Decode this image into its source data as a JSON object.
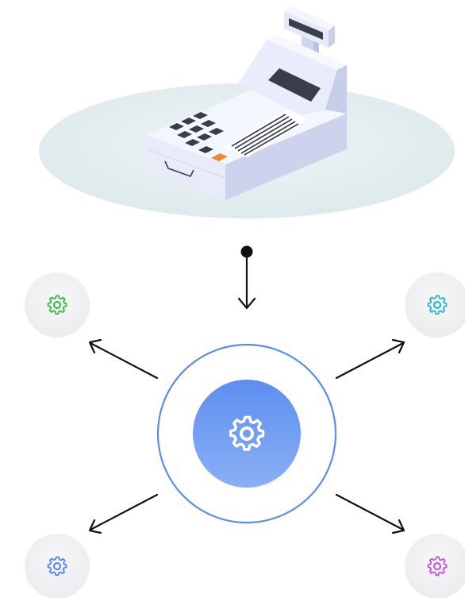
{
  "diagram": {
    "source": {
      "icon": "cash-register-icon"
    },
    "hub": {
      "icon": "gear-icon",
      "colors": {
        "ring": "#5b8def",
        "fill": "#6f9bf0"
      }
    },
    "satellites": [
      {
        "icon": "gear-icon",
        "position": "top-left",
        "color": "#3fb950"
      },
      {
        "icon": "gear-icon",
        "position": "top-right",
        "color": "#31b6d6"
      },
      {
        "icon": "gear-icon",
        "position": "bottom-left",
        "color": "#5b8def"
      },
      {
        "icon": "gear-icon",
        "position": "bottom-right",
        "color": "#c95ad9"
      }
    ]
  }
}
